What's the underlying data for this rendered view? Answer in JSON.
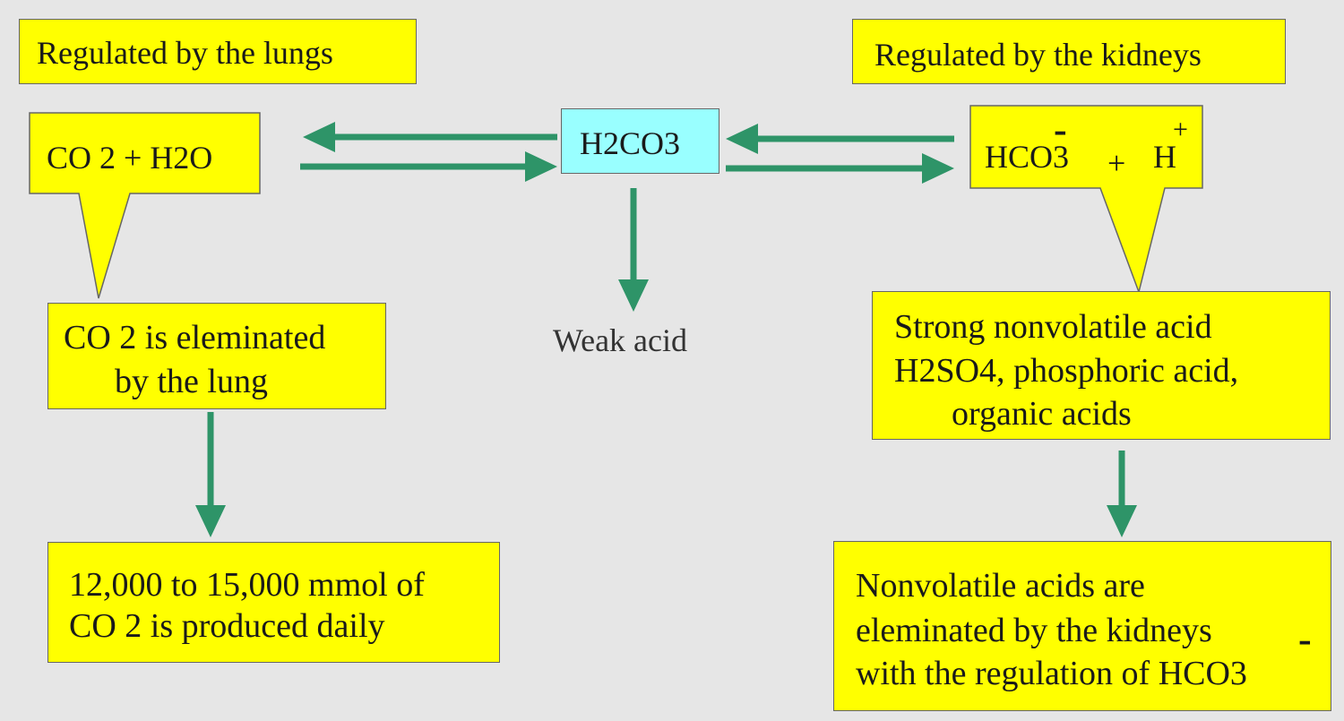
{
  "colors": {
    "background": "#e6e6e6",
    "box_fill": "#ffff00",
    "center_fill": "#99ffff",
    "arrow": "#2e9468",
    "text": "#1a1a1a"
  },
  "header_left": "Regulated by the lungs",
  "header_right": "Regulated by the kidneys",
  "lung_equation": "CO 2 + H2O",
  "center_compound": "H2CO3",
  "weak_acid_label": "Weak acid",
  "kidney_equation": {
    "bicarbonate": "HCO3",
    "bicarbonate_charge": "-",
    "plus": "+",
    "proton": "H",
    "proton_charge": "+"
  },
  "lung_elimination": {
    "line1": "CO 2 is eleminated",
    "line2": "by the lung"
  },
  "co2_production": {
    "line1": "12,000 to 15,000 mmol of",
    "line2": "CO 2 is produced daily"
  },
  "strong_acids": {
    "line1": "Strong nonvolatile acid",
    "line2": "H2SO4, phosphoric acid,",
    "line3": "organic acids"
  },
  "kidney_elimination": {
    "line1": "Nonvolatile acids are",
    "line2": "eleminated by the kidneys",
    "line3": "with the regulation of HCO3",
    "charge": "-"
  }
}
